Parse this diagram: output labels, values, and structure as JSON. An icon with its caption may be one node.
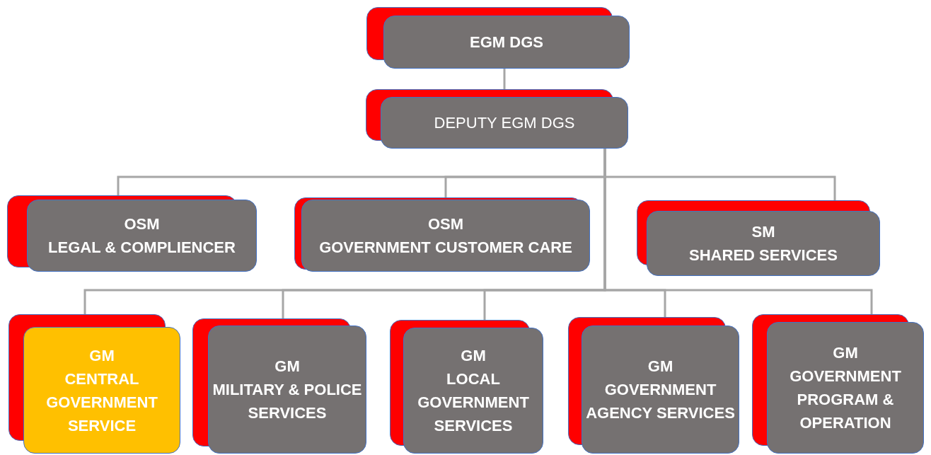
{
  "diagram": {
    "nodes": [
      {
        "text": [
          "EGM DGS"
        ]
      },
      {
        "text": [
          "DEPUTY EGM DGS"
        ]
      },
      {
        "text": [
          "OSM",
          "LEGAL & COMPLIENCER"
        ]
      },
      {
        "text": [
          "OSM",
          "GOVERNMENT CUSTOMER CARE"
        ]
      },
      {
        "text": [
          "SM",
          "SHARED SERVICES"
        ]
      },
      {
        "text": [
          "GM",
          "CENTRAL GOVERNMENT SERVICE"
        ]
      },
      {
        "text": [
          "GM",
          "MILITARY & POLICE SERVICES"
        ]
      },
      {
        "text": [
          "GM",
          "LOCAL GOVERNMENT SERVICES"
        ]
      },
      {
        "text": [
          "GM",
          "GOVERNMENT AGENCY SERVICES"
        ]
      },
      {
        "text": [
          "GM",
          "GOVERNMENT PROGRAM & OPERATION"
        ]
      }
    ],
    "edges": [
      {
        "from": 0,
        "to": 1,
        "arrow": "none"
      },
      {
        "from": 1,
        "to": 2,
        "arrow": "none"
      },
      {
        "from": 1,
        "to": 3,
        "arrow": "none"
      },
      {
        "from": 1,
        "to": 4,
        "arrow": "none"
      },
      {
        "from": 1,
        "to": 5,
        "arrow": "none"
      },
      {
        "from": 1,
        "to": 6,
        "arrow": "none"
      },
      {
        "from": 1,
        "to": 7,
        "arrow": "none"
      },
      {
        "from": 1,
        "to": 8,
        "arrow": "none"
      },
      {
        "from": 1,
        "to": 9,
        "arrow": "none"
      }
    ]
  }
}
